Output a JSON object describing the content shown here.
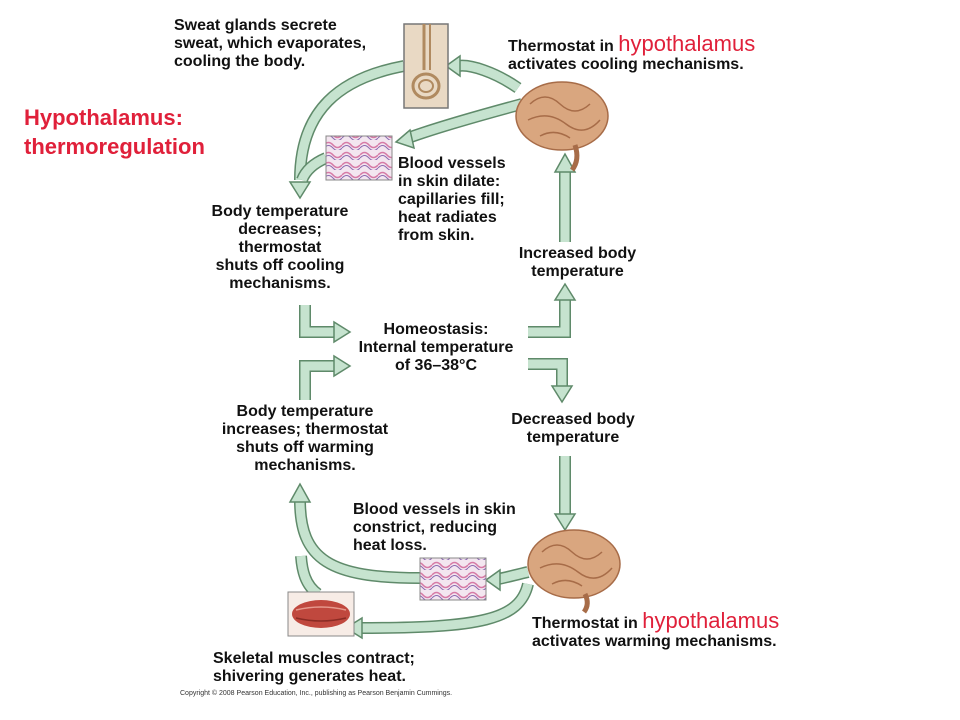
{
  "title": "Hypothalamus:\nthermoregulation",
  "labels": {
    "sweat": "Sweat glands secrete\nsweat, which evaporates,\ncooling the body.",
    "thermo_top_prefix": "Thermostat in ",
    "thermo_top_highlight": "hypothalamus",
    "thermo_top_suffix": "activates cooling mechanisms.",
    "dilate": "Blood vessels\nin skin dilate:\ncapillaries fill;\nheat radiates\nfrom skin.",
    "decreases": "Body temperature\ndecreases;\nthermostat\nshuts off cooling\nmechanisms.",
    "increased": "Increased body\ntemperature",
    "homeostasis": "Homeostasis:\nInternal temperature\nof 36–38°C",
    "increases": "Body temperature\nincreases; thermostat\nshuts off warming\nmechanisms.",
    "decreased": "Decreased body\ntemperature",
    "constrict": "Blood vessels in skin\nconstrict, reducing\nheat loss.",
    "thermo_bottom_prefix": "Thermostat in ",
    "thermo_bottom_highlight": "hypothalamus",
    "thermo_bottom_suffix": "activates warming mechanisms.",
    "shiver": "Skeletal  muscles contract;\nshivering generates heat."
  },
  "copyright": "Copyright © 2008 Pearson Education, Inc., publishing as Pearson Benjamin Cummings.",
  "colors": {
    "arrow_fill": "#c6e3cf",
    "arrow_stroke": "#5f8a6a",
    "highlight": "#e0203a",
    "brain": "#d9a67f",
    "vessel_pink": "#d67aa6",
    "vessel_purple": "#8e6bb0",
    "muscle": "#c0483e"
  },
  "icons": [
    "brain-icon",
    "sweat-gland-icon",
    "blood-vessel-icon",
    "muscle-icon"
  ]
}
